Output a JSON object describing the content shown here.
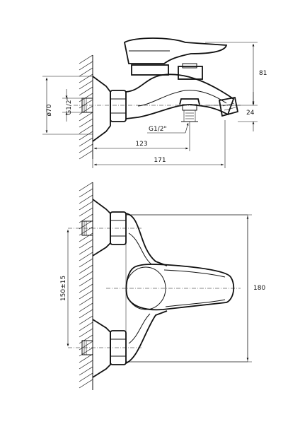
{
  "top_view": {
    "diameter_label": "ø70",
    "inlet_thread_label": "G1/2\"",
    "outlet_thread_label": "G1/2\"",
    "height_label": "81",
    "spout_label": "24",
    "inner_length_label": "123",
    "overall_length_label": "171"
  },
  "front_view": {
    "centers_label": "150±15",
    "width_label": "180"
  },
  "colors": {
    "line": "#111111",
    "background": "#ffffff"
  }
}
